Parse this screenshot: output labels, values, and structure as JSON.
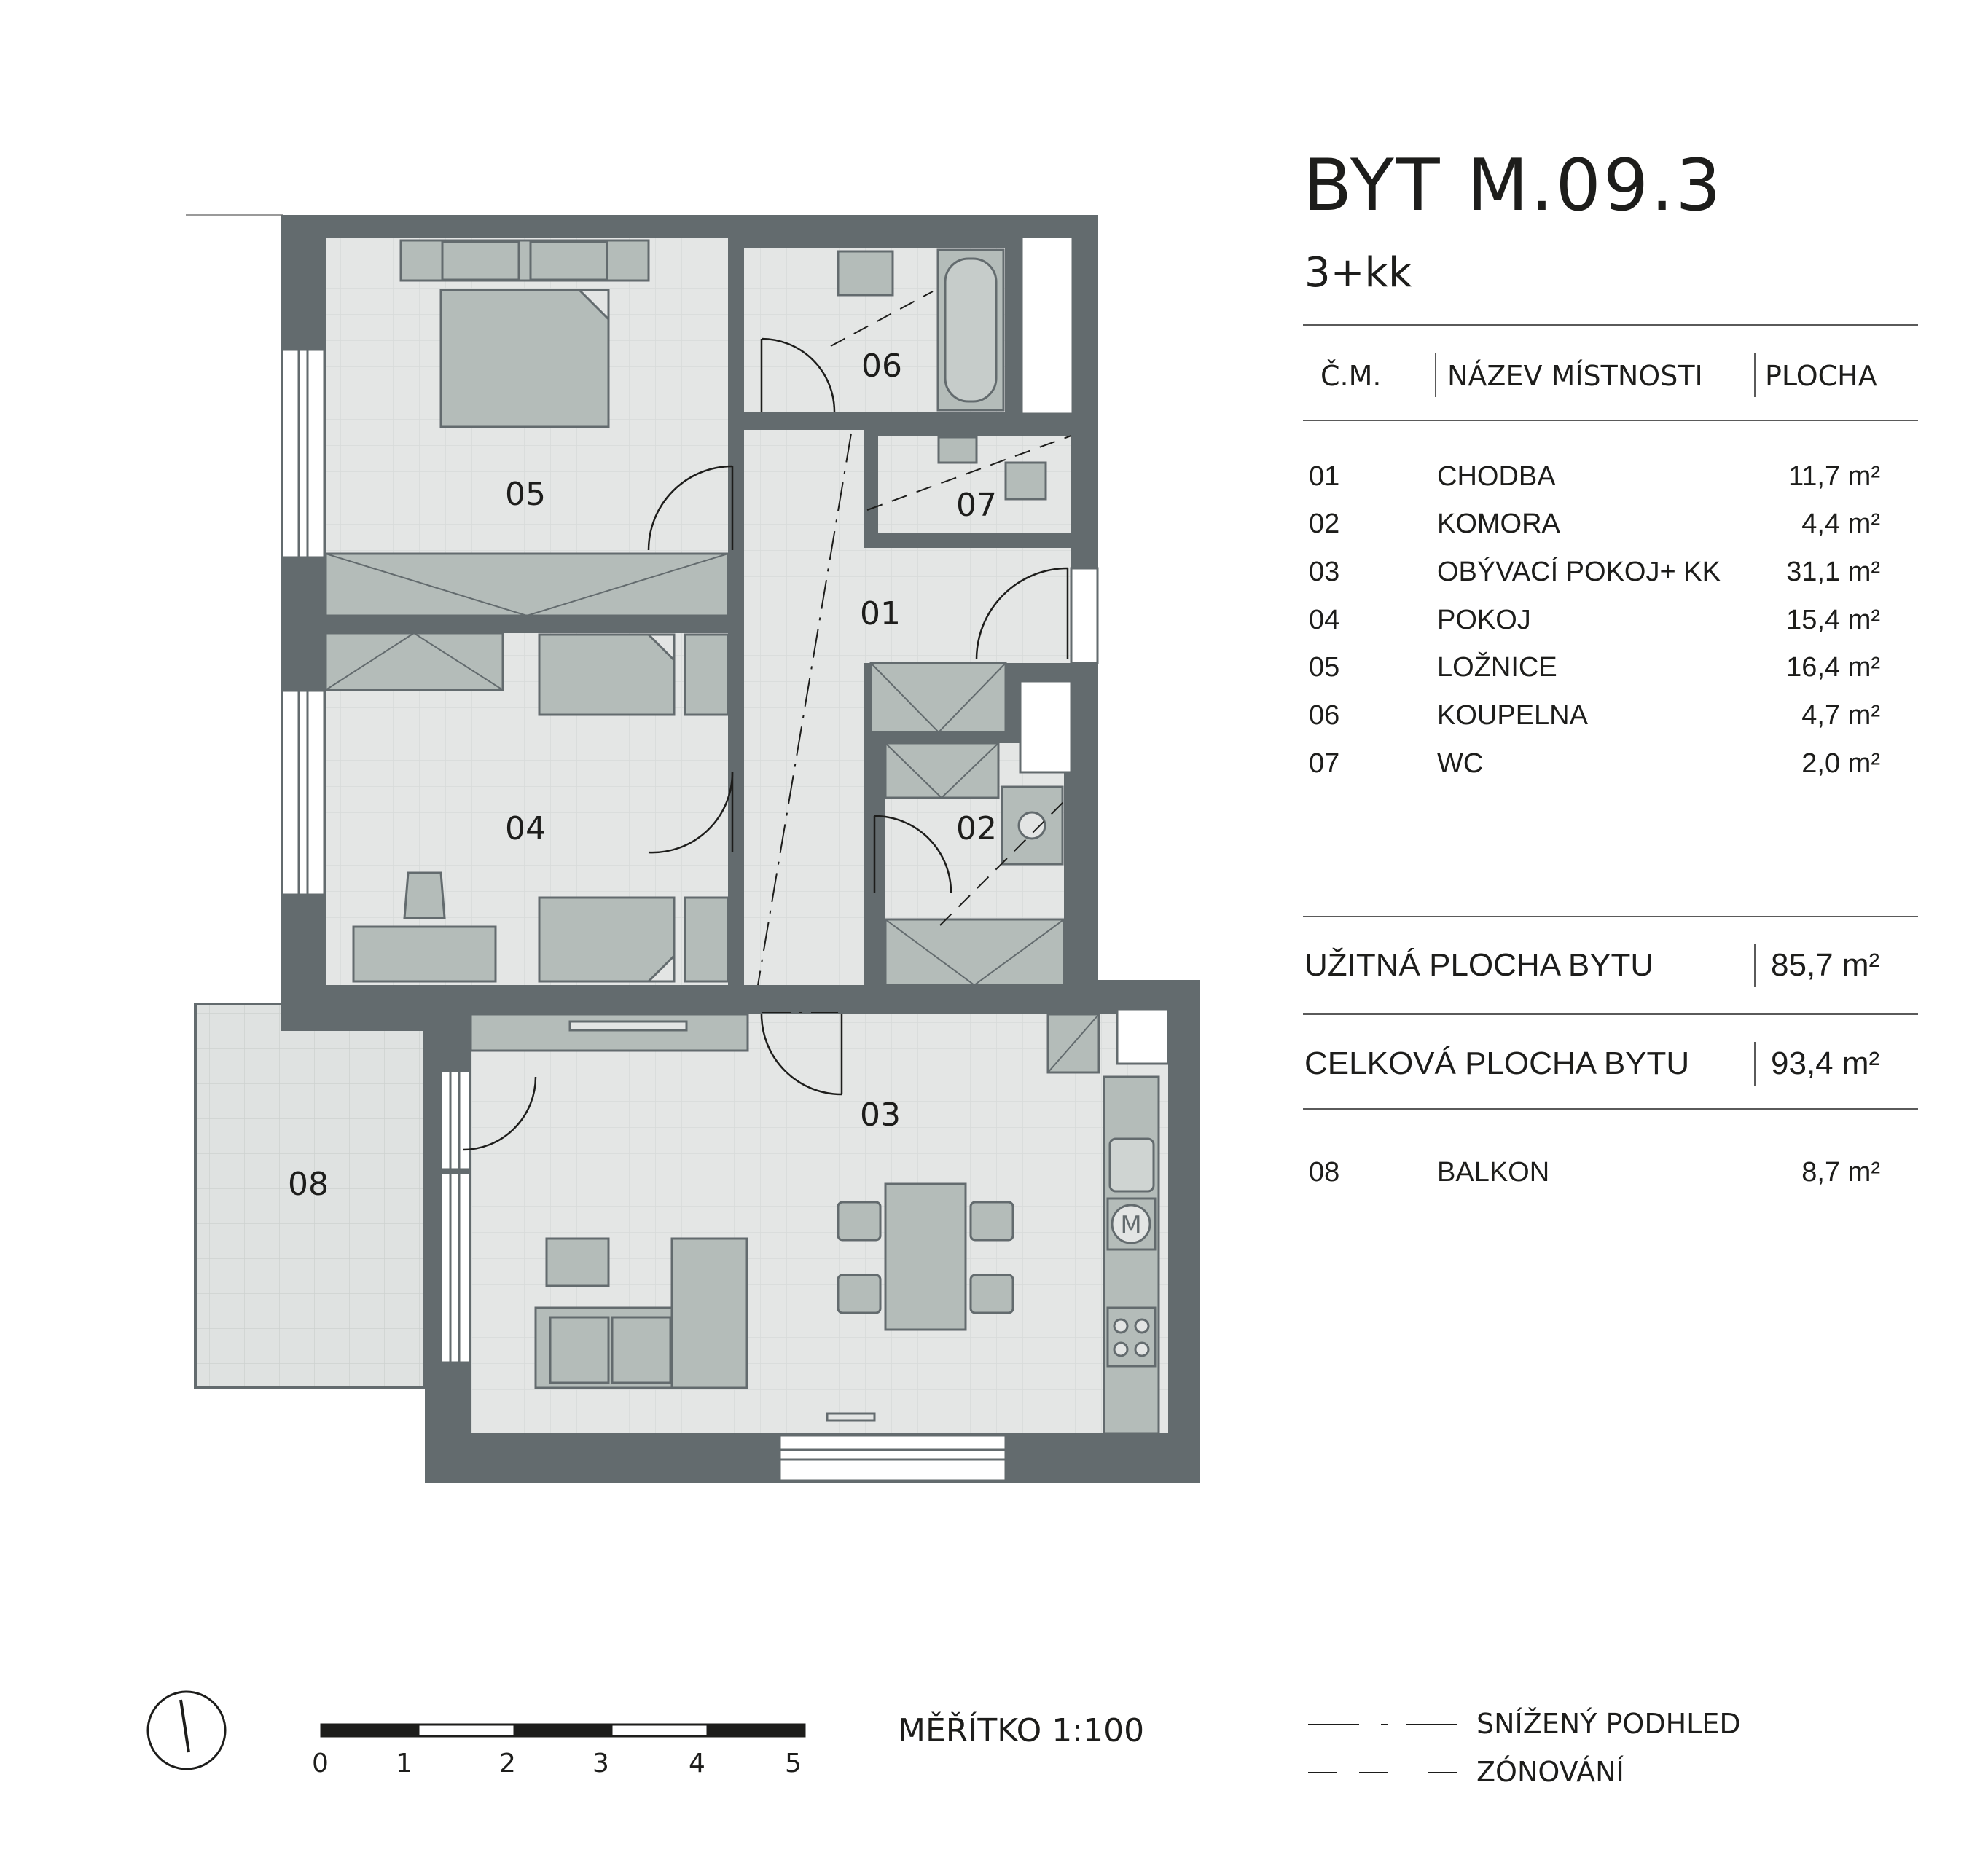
{
  "header": {
    "title": "BYT M.09.3",
    "subtitle": "3+kk"
  },
  "table": {
    "columns": [
      "Č.M.",
      "NÁZEV MÍSTNOSTI",
      "PLOCHA"
    ],
    "rows": [
      {
        "num": "01",
        "name": "CHODBA",
        "area": "11,7 m²"
      },
      {
        "num": "02",
        "name": "KOMORA",
        "area": "4,4 m²"
      },
      {
        "num": "03",
        "name": "OBÝVACÍ POKOJ+ KK",
        "area": "31,1 m²"
      },
      {
        "num": "04",
        "name": "POKOJ",
        "area": "15,4 m²"
      },
      {
        "num": "05",
        "name": "LOŽNICE",
        "area": "16,4 m²"
      },
      {
        "num": "06",
        "name": "KOUPELNA",
        "area": "4,7 m²"
      },
      {
        "num": "07",
        "name": "WC",
        "area": "2,0 m²"
      }
    ],
    "usable_label": "UŽITNÁ PLOCHA BYTU",
    "usable_value": "85,7 m²",
    "total_label": "CELKOVÁ PLOCHA BYTU",
    "total_value": "93,4 m²",
    "balcony": {
      "num": "08",
      "name": "BALKON",
      "area": "8,7 m²"
    }
  },
  "plan": {
    "rooms": [
      "01",
      "02",
      "03",
      "04",
      "05",
      "06",
      "07",
      "08"
    ],
    "kitchen_icon": "M"
  },
  "scale": {
    "label": "MĚŘÍTKO  1:100",
    "ticks": [
      "0",
      "1",
      "2",
      "3",
      "4",
      "5"
    ]
  },
  "legend": {
    "dropped_ceiling": "SNÍŽENÝ PODHLED",
    "zoning": "ZÓNOVÁNÍ"
  },
  "colors": {
    "wall": "#636b6e",
    "floor": "#e3e5e4",
    "furniture": "#b4bcb9",
    "balcony": "#dcdfde",
    "text": "#1d1d1b"
  }
}
